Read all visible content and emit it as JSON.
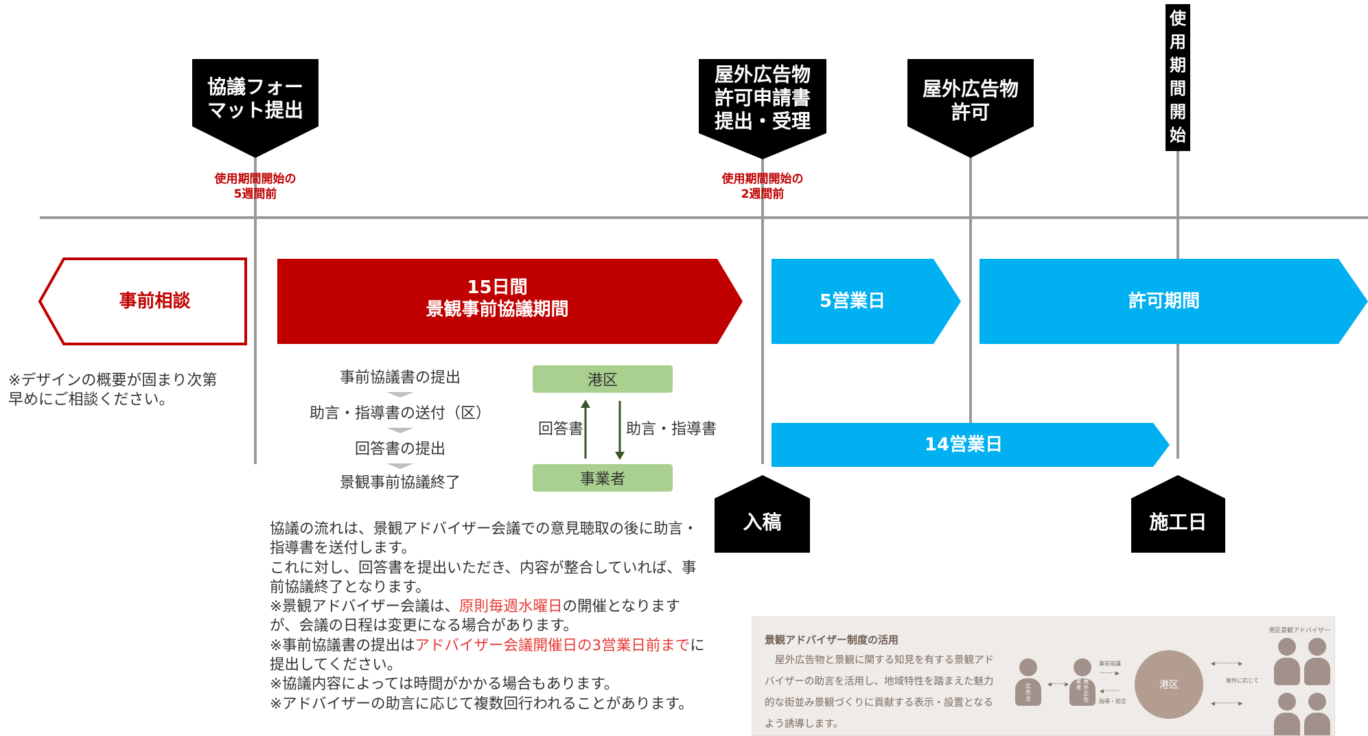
{
  "colors": {
    "red": "#c00000",
    "blue": "#00b0f0",
    "black": "#000000",
    "green": "#a9d08e",
    "gray": "#999999"
  },
  "markers": {
    "format": "協議フォー\nマット提出",
    "application": "屋外広告物\n許可申請書\n提出・受理",
    "permit": "屋外広告物\n許可",
    "start": "使\n用\n期\n間\n開\n始",
    "submission": "入稿",
    "construction": "施工日"
  },
  "sublabels": {
    "five_weeks": "使用期間開始の\n5週間前",
    "two_weeks": "使用期間開始の\n2週間前"
  },
  "bars": {
    "consult": "事前相談",
    "review": "15日間\n景観事前協議期間",
    "business5": "5営業日",
    "permit_period": "許可期間",
    "business14": "14営業日"
  },
  "consult_note": "※デザインの概要が固まり次第\n早めにご相談ください。",
  "flow": {
    "steps": [
      "事前協議書の提出",
      "助言・指導書の送付（区）",
      "回答書の提出",
      "景観事前協議終了"
    ],
    "top_box": "港区",
    "bottom_box": "事業者",
    "left_label": "回答書",
    "right_label": "助言・指導書"
  },
  "notes": {
    "p1": "協議の流れは、景観アドバイザー会議での意見聴取の後に助言・指導書を送付します。",
    "p2": "これに対し、回答書を提出いただき、内容が整合していれば、事前協議終了となります。",
    "p3_a": "※景観アドバイザー会議は、",
    "p3_red": "原則毎週水曜日",
    "p3_b": "の開催となりますが、会議の日程は変更になる場合があります。",
    "p4_a": "※事前協議書の提出は",
    "p4_red": "アドバイザー会議開催日の3営業日前まで",
    "p4_b": "に提出してください。",
    "p5": "※協議内容によっては時間がかかる場合もあります。",
    "p6": "※アドバイザーの助言に応じて複数回行われることがあります。"
  },
  "inset": {
    "title": "景観アドバイザー制度の活用",
    "body": "屋外広告物と景観に関する知見を有する景観アドバイザーの助言を活用し、地域特性を踏まえた魅力的な街並み景観づくりに貢献する表示・設置となるよう誘導します。",
    "advisor_label": "港区景観アドバイザー",
    "person1": "広告主",
    "person2": "屋外広告業者",
    "arrow_top": "事前協議",
    "arrow_bottom": "指導・助言",
    "circle": "港区",
    "case_label": "案件に応じて"
  }
}
